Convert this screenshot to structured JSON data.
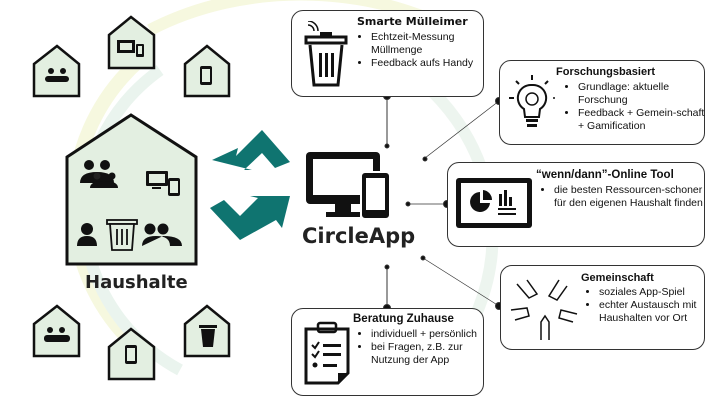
{
  "colors": {
    "arrow": "#0f7470",
    "house_fill": "#e3efe1",
    "stroke": "#111111"
  },
  "households": {
    "label": "Haushalte"
  },
  "app": {
    "label": "CircleApp"
  },
  "features": [
    {
      "title": "Smarte Mülleimer",
      "icon": "smart-bin-icon",
      "bullets": [
        "Echtzeit-Messung Müllmenge",
        "Feedback aufs Handy"
      ]
    },
    {
      "title": "Forschungsbasiert",
      "icon": "lightbulb-brain-icon",
      "bullets": [
        "Grundlage: aktuelle Forschung",
        "Feedback + Gemein-schaft + Gamification"
      ]
    },
    {
      "title": "“wenn/dann”-Online Tool",
      "icon": "dashboard-chart-icon",
      "bullets": [
        "die besten Ressourcen-schoner für den eigenen Haushalt finden"
      ]
    },
    {
      "title": "Gemeinschaft",
      "icon": "hands-circle-icon",
      "bullets": [
        "soziales App-Spiel",
        "echter Austausch mit Haushalten vor Ort"
      ]
    },
    {
      "title": "Beratung Zuhause",
      "icon": "clipboard-checklist-icon",
      "bullets": [
        "individuell + persönlich",
        "bei Fragen, z.B. zur Nutzung der App"
      ]
    }
  ]
}
